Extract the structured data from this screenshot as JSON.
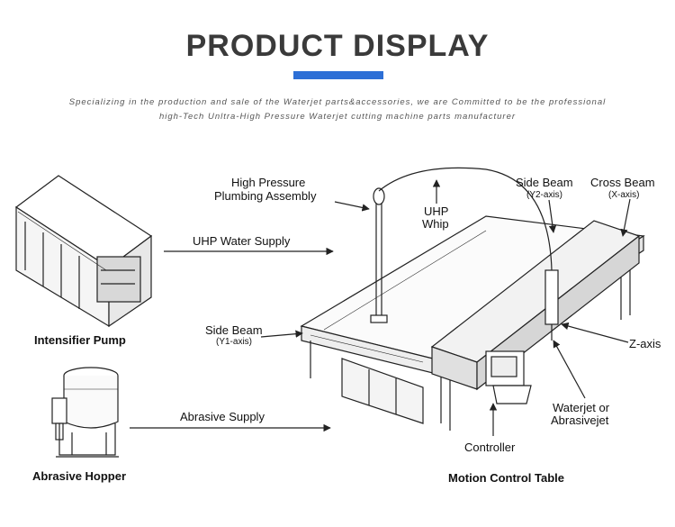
{
  "header": {
    "title": "PRODUCT DISPLAY",
    "subtitle_line1": "Specializing in the production and sale of the Waterjet parts&accessories, we are Committed to be the professional",
    "subtitle_line2": "high-Tech Unltra-High Pressure Waterjet cutting machine parts manufacturer"
  },
  "diagram": {
    "intensifier_pump": "Intensifier Pump",
    "abrasive_hopper": "Abrasive Hopper",
    "uhp_water_supply": "UHP Water Supply",
    "abrasive_supply": "Abrasive Supply",
    "hp_plumbing_line1": "High Pressure",
    "hp_plumbing_line2": "Plumbing Assembly",
    "uhp_whip_line1": "UHP",
    "uhp_whip_line2": "Whip",
    "side_beam_y2": "Side Beam",
    "side_beam_y2_axis": "(Y2-axis)",
    "cross_beam": "Cross Beam",
    "cross_beam_axis": "(X-axis)",
    "side_beam_y1": "Side Beam",
    "side_beam_y1_axis": "(Y1-axis)",
    "z_axis": "Z-axis",
    "waterjet_line1": "Waterjet or",
    "waterjet_line2": "Abrasivejet",
    "controller": "Controller",
    "motion_control_table": "Motion Control Table"
  },
  "colors": {
    "accent_bar": "#2d6fd6",
    "title": "#3a3a3a",
    "line_art": "#222222"
  }
}
